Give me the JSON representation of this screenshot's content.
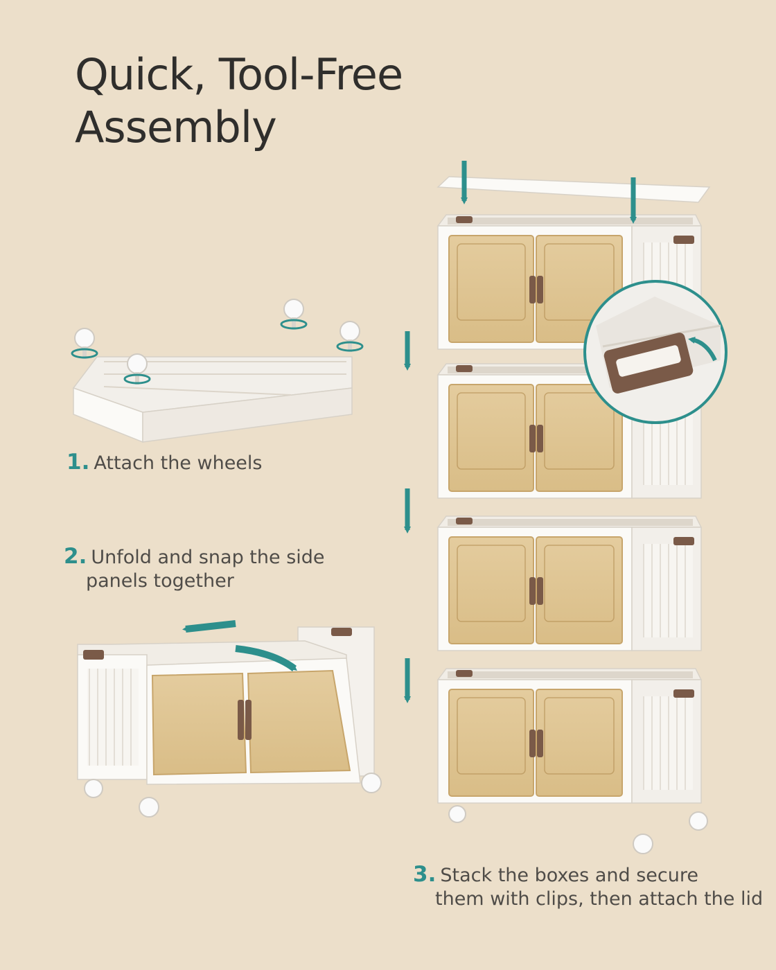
{
  "title": {
    "line1": "Quick, Tool-Free",
    "line2": "Assembly"
  },
  "steps": [
    {
      "number": "1.",
      "line1": "Attach the wheels",
      "line2": ""
    },
    {
      "number": "2.",
      "line1": "Unfold and snap the side",
      "line2": "panels together"
    },
    {
      "number": "3.",
      "line1": "Stack the boxes and secure",
      "line2": "them with clips, then attach the lid"
    }
  ],
  "colors": {
    "background": "#ecdfca",
    "accent": "#2d8f8c",
    "heading": "#2f2e2c",
    "body_text": "#4f4c48",
    "box_white": "#fbfaf7",
    "door_tint": "#dcc18e",
    "handle_brown": "#7a5a48"
  }
}
